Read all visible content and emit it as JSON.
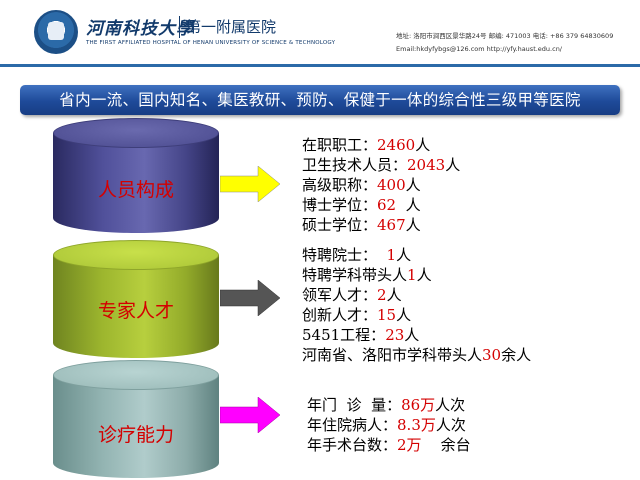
{
  "header": {
    "university_name": "河南科技大學",
    "hospital_name": "第一附属医院",
    "english_name": "THE FIRST AFFILIATED HOSPITAL OF HENAN UNIVERSITY OF SCIENCE & TECHNOLOGY",
    "contact_line1": "地址: 洛阳市涧西区景华路24号    邮编: 471003    电话: +86 379 64830609",
    "contact_line2": "Email:hkdyfybgs@126.com         http://yfy.haust.edu.cn/"
  },
  "banner": {
    "text": "省内一流、国内知名、集医教研、预防、保健于一体的综合性三级甲等医院",
    "color": "#1e4a99"
  },
  "sections": [
    {
      "label": "人员构成",
      "arrow_color": "#ffff00",
      "rows": [
        {
          "prefix": "在职职工：",
          "value": "2460",
          "suffix": "人"
        },
        {
          "prefix": "卫生技术人员：",
          "value": "2043",
          "suffix": "人"
        },
        {
          "prefix": "高级职称：",
          "value": "400",
          "suffix": "人"
        },
        {
          "prefix": "博士学位：",
          "value": "62",
          "suffix": "  人"
        },
        {
          "prefix": "硕士学位：",
          "value": "467",
          "suffix": "人"
        }
      ]
    },
    {
      "label": "专家人才",
      "arrow_color": "#555555",
      "rows": [
        {
          "prefix": "特聘院士：  ",
          "value": "1",
          "suffix": "人"
        },
        {
          "prefix": "特聘学科带头人",
          "value": "1",
          "suffix": "人"
        },
        {
          "prefix": "领军人才：",
          "value": "2",
          "suffix": "人"
        },
        {
          "prefix": "创新人才：",
          "value": "15",
          "suffix": "人"
        },
        {
          "prefix": "5451工程：",
          "value": "23",
          "suffix": "人"
        },
        {
          "prefix": "河南省、洛阳市学科带头人",
          "value": "30",
          "suffix": "余人"
        }
      ]
    },
    {
      "label": "诊疗能力",
      "arrow_color": "#ff00ff",
      "rows": [
        {
          "prefix": "年门  诊  量：",
          "value": "86万",
          "suffix": "人次"
        },
        {
          "prefix": "年住院病人：",
          "value": "8.3万",
          "suffix": "人次"
        },
        {
          "prefix": "年手术台数：",
          "value": "2万",
          "suffix": "    余台"
        }
      ]
    }
  ]
}
